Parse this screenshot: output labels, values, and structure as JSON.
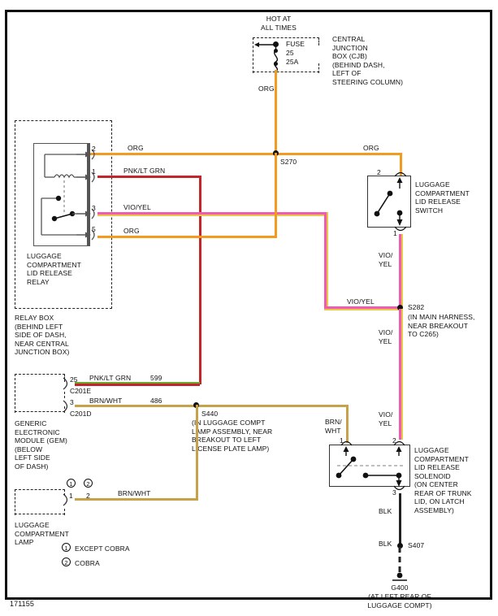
{
  "diagram": {
    "id_label": "171155",
    "title_hot": "HOT AT\nALL TIMES"
  },
  "fuse_block": {
    "fuse_label": "FUSE",
    "fuse_number": "25",
    "fuse_rating": "25A",
    "cjb_note": "CENTRAL\nJUNCTION\nBOX (CJB)\n(BEHIND DASH,\nLEFT OF\nSTEERING COLUMN)"
  },
  "relay": {
    "name": "LUGGAGE\nCOMPARTMENT\nLID RELEASE\nRELAY",
    "box_note": "RELAY BOX\n(BEHIND LEFT\nSIDE OF DASH,\nNEAR CENTRAL\nJUNCTION BOX)",
    "pins": [
      "2",
      "1",
      "3",
      "5"
    ]
  },
  "gem": {
    "name": "GENERIC\nELECTRONIC\nMODULE (GEM)\n(BELOW\nLEFT SIDE\nOF DASH)",
    "pin_25": "25",
    "pin_3": "3",
    "conn_e": "C201E",
    "conn_d": "C201D",
    "circuit_599": "599",
    "circuit_486": "486"
  },
  "lamp": {
    "name": "LUGGAGE\nCOMPARTMENT\nLAMP",
    "pin_a": "1",
    "pin_b": "2",
    "legend_1": "EXCEPT COBRA",
    "legend_2": "COBRA",
    "marker_1": "1",
    "marker_2": "2"
  },
  "lid_switch": {
    "name": "LUGGAGE\nCOMPARTMENT\nLID RELEASE\nSWITCH",
    "pin_top": "2",
    "pin_bottom": "1"
  },
  "solenoid": {
    "name": "LUGGAGE\nCOMPARTMENT\nLID RELEASE\nSOLENOID\n(ON CENTER\nREAR OF TRUNK\nLID, ON LATCH\nASSEMBLY)",
    "pin_1": "1",
    "pin_2": "2",
    "pin_3": "3"
  },
  "splices": {
    "s270": "S270",
    "s282": "S282",
    "s282_note": "(IN MAIN HARNESS,\nNEAR BREAKOUT\nTO C265)",
    "s440": "S440",
    "s440_note": "(IN LUGGAGE COMPT\nLAMP ASSEMBLY, NEAR\nBREAKOUT TO LEFT\nLICENSE PLATE LAMP)",
    "s407": "S407"
  },
  "ground": {
    "code": "G400",
    "note": "(AT LEFT REAR OF\nLUGGAGE COMPT)"
  },
  "wire_labels": {
    "org_fuse": "ORG",
    "org_relay2": "ORG",
    "org_right": "ORG",
    "pnk_ltgrn_relay": "PNK/LT GRN",
    "vio_yel_relay": "VIO/YEL",
    "org_relay5": "ORG",
    "vio_yel_switch": "VIO/\nYEL",
    "vio_yel_mid": "VIO/YEL",
    "vio_yel_below": "VIO/\nYEL",
    "vio_yel_sol": "VIO/\nYEL",
    "pnk_ltgrn_gem": "PNK/LT GRN",
    "brn_wht_gem": "BRN/WHT",
    "brn_wht_lamp": "BRN/WHT",
    "brn_wht_sol": "BRN/\nWHT",
    "blk_upper": "BLK",
    "blk_lower": "BLK"
  },
  "colors": {
    "orange": "#F59A20",
    "red": "#C1262C",
    "pink": "#EE3F8E",
    "violet": "#F05BB0",
    "yellow": "#E8C84B",
    "brown": "#C8A24A",
    "black": "#222222",
    "green": "#6FA82E"
  }
}
